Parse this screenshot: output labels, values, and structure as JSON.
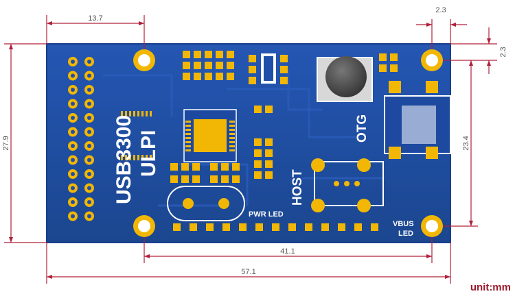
{
  "board": {
    "title_line1": "USB3300",
    "title_line2": "ULPI",
    "label_host": "HOST",
    "label_otg": "OTG",
    "label_pwr_led": "PWR LED",
    "label_vbus": "VBUS",
    "label_led": "LED",
    "colors": {
      "pcb": "#1f4fa8",
      "pcb_edge": "#173f8c",
      "pad_gold": "#f2b705",
      "silk": "#ffffff",
      "dimension_line": "#b0203a"
    }
  },
  "dimensions": {
    "top_width": "13.7",
    "left_height": "27.9",
    "hole_offset_x": "2.3",
    "hole_offset_y": "2.3",
    "right_height": "23.4",
    "hole_span": "41.1",
    "total_width": "57.1"
  },
  "unit_label": "unit:mm"
}
